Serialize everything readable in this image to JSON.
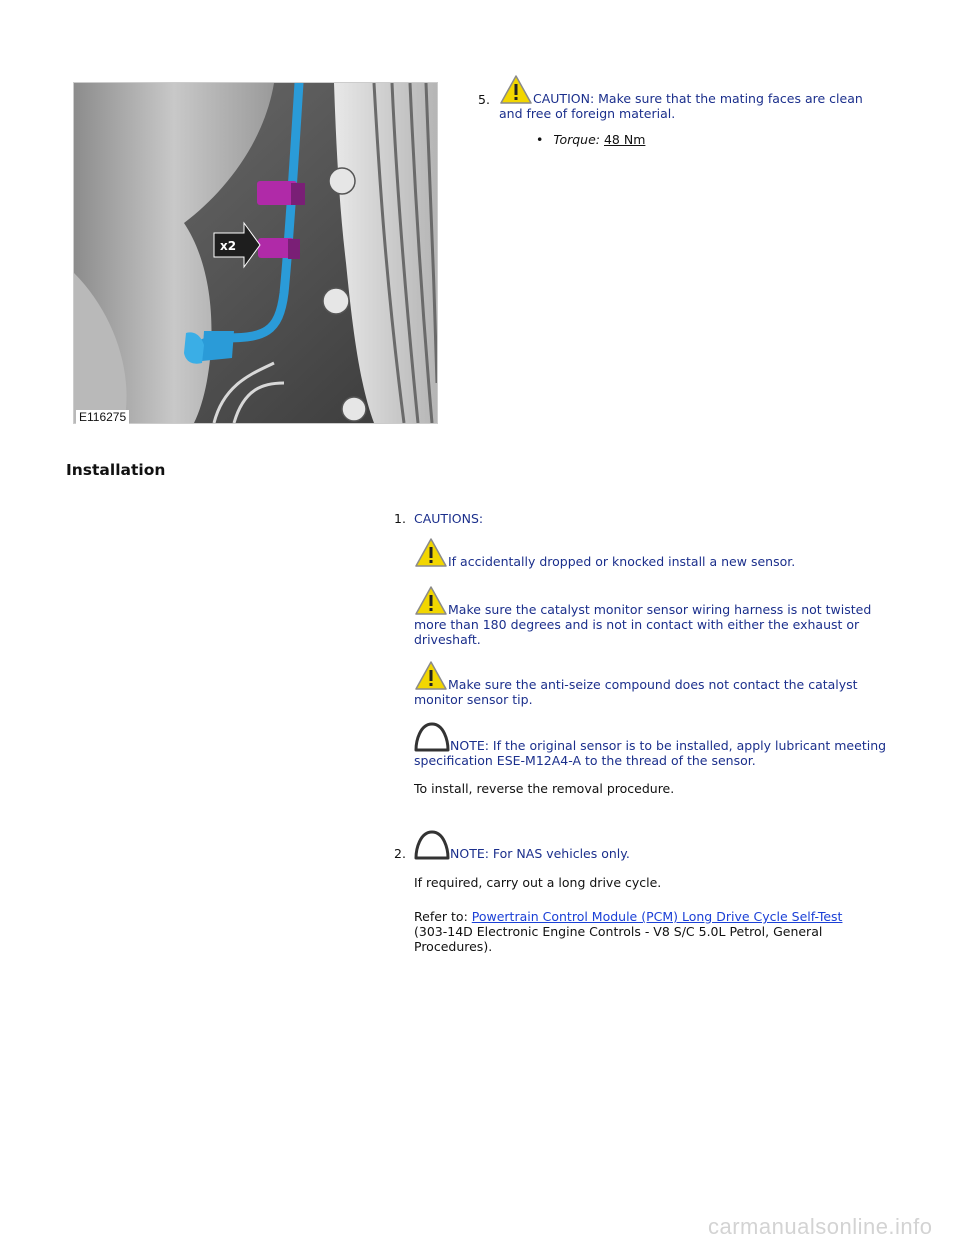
{
  "figure": {
    "id_label": "E116275",
    "callout_label": "x2"
  },
  "step5": {
    "number": "5.",
    "caution_text": "CAUTION: Make sure that the mating faces are clean and free of foreign material.",
    "torque_label": "Torque:",
    "torque_value": "48 Nm"
  },
  "section": {
    "title": "Installation"
  },
  "step1": {
    "number": "1.",
    "cautions_heading": "CAUTIONS:",
    "caution_a": "If accidentally dropped or knocked install a new sensor.",
    "caution_b": "Make sure the catalyst monitor sensor wiring harness is not twisted more than 180 degrees and is not in contact with either the exhaust or driveshaft.",
    "caution_c": "Make sure the anti-seize compound does not contact the catalyst monitor sensor tip.",
    "note": "NOTE: If the original sensor is to be installed, apply lubricant meeting specification ESE-M12A4-A to the thread of the sensor.",
    "instruction": "To install, reverse the removal procedure."
  },
  "step2": {
    "number": "2.",
    "note": "NOTE: For NAS vehicles only.",
    "instruction": "If required, carry out a long drive cycle.",
    "refer_prefix": "Refer to:",
    "refer_link": "Powertrain Control Module (PCM) Long Drive Cycle Self-Test",
    "refer_suffix": "(303-14D Electronic Engine Controls - V8 S/C 5.0L Petrol, General Procedures)."
  },
  "watermark": "carmanualsonline.info",
  "colors": {
    "text_blue": "#1b2f8c",
    "link_blue": "#1a3fd6",
    "caution_yellow": "#f2d600",
    "clip_magenta": "#b02aa8",
    "sensor_cyan": "#2a9bd8"
  }
}
